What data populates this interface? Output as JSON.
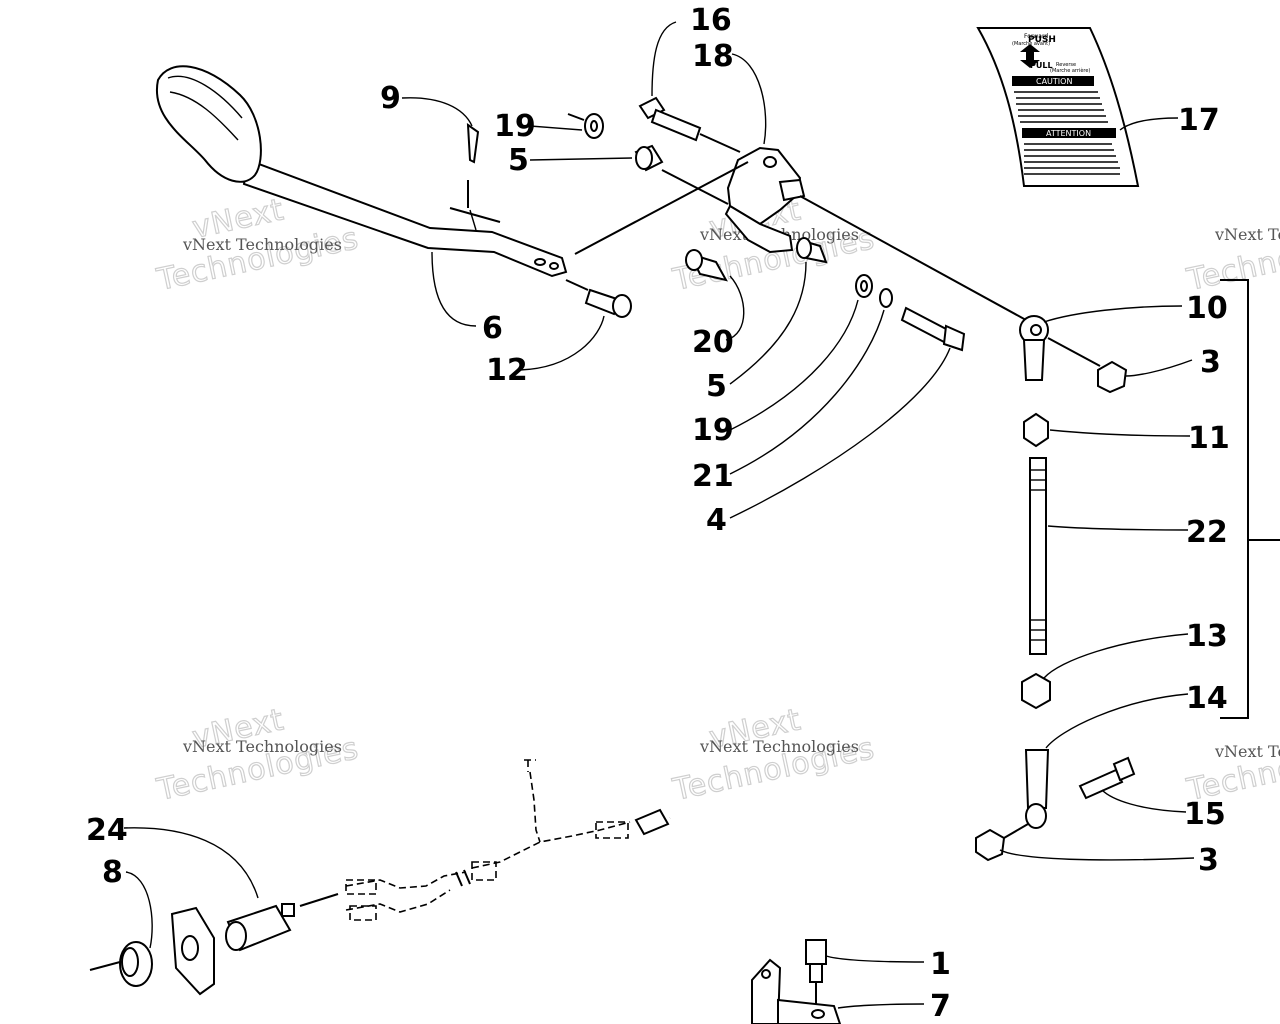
{
  "diagram": {
    "callouts": [
      {
        "id": "c16",
        "label": "16"
      },
      {
        "id": "c18",
        "label": "18"
      },
      {
        "id": "c9",
        "label": "9"
      },
      {
        "id": "c19a",
        "label": "19"
      },
      {
        "id": "c5a",
        "label": "5"
      },
      {
        "id": "c17",
        "label": "17"
      },
      {
        "id": "c10",
        "label": "10"
      },
      {
        "id": "c3a",
        "label": "3"
      },
      {
        "id": "c6",
        "label": "6"
      },
      {
        "id": "c12",
        "label": "12"
      },
      {
        "id": "c20",
        "label": "20"
      },
      {
        "id": "c5b",
        "label": "5"
      },
      {
        "id": "c19b",
        "label": "19"
      },
      {
        "id": "c21",
        "label": "21"
      },
      {
        "id": "c4",
        "label": "4"
      },
      {
        "id": "c11",
        "label": "11"
      },
      {
        "id": "c22",
        "label": "22"
      },
      {
        "id": "c13",
        "label": "13"
      },
      {
        "id": "c14",
        "label": "14"
      },
      {
        "id": "c15",
        "label": "15"
      },
      {
        "id": "c3b",
        "label": "3"
      },
      {
        "id": "c24",
        "label": "24"
      },
      {
        "id": "c8",
        "label": "8"
      },
      {
        "id": "c1",
        "label": "1"
      },
      {
        "id": "c7",
        "label": "7"
      }
    ],
    "watermark": {
      "line1": "vNext Technologies",
      "line2": "vNext",
      "line3": "Technologies"
    },
    "decal": {
      "forward": "Forward",
      "forward_fr": "(Marche avant)",
      "push": "PUSH",
      "pull": "PULL",
      "reverse": "Reverse",
      "reverse_fr": "(Marche arrière)",
      "caution": "CAUTION",
      "attention": "ATTENTION"
    }
  }
}
